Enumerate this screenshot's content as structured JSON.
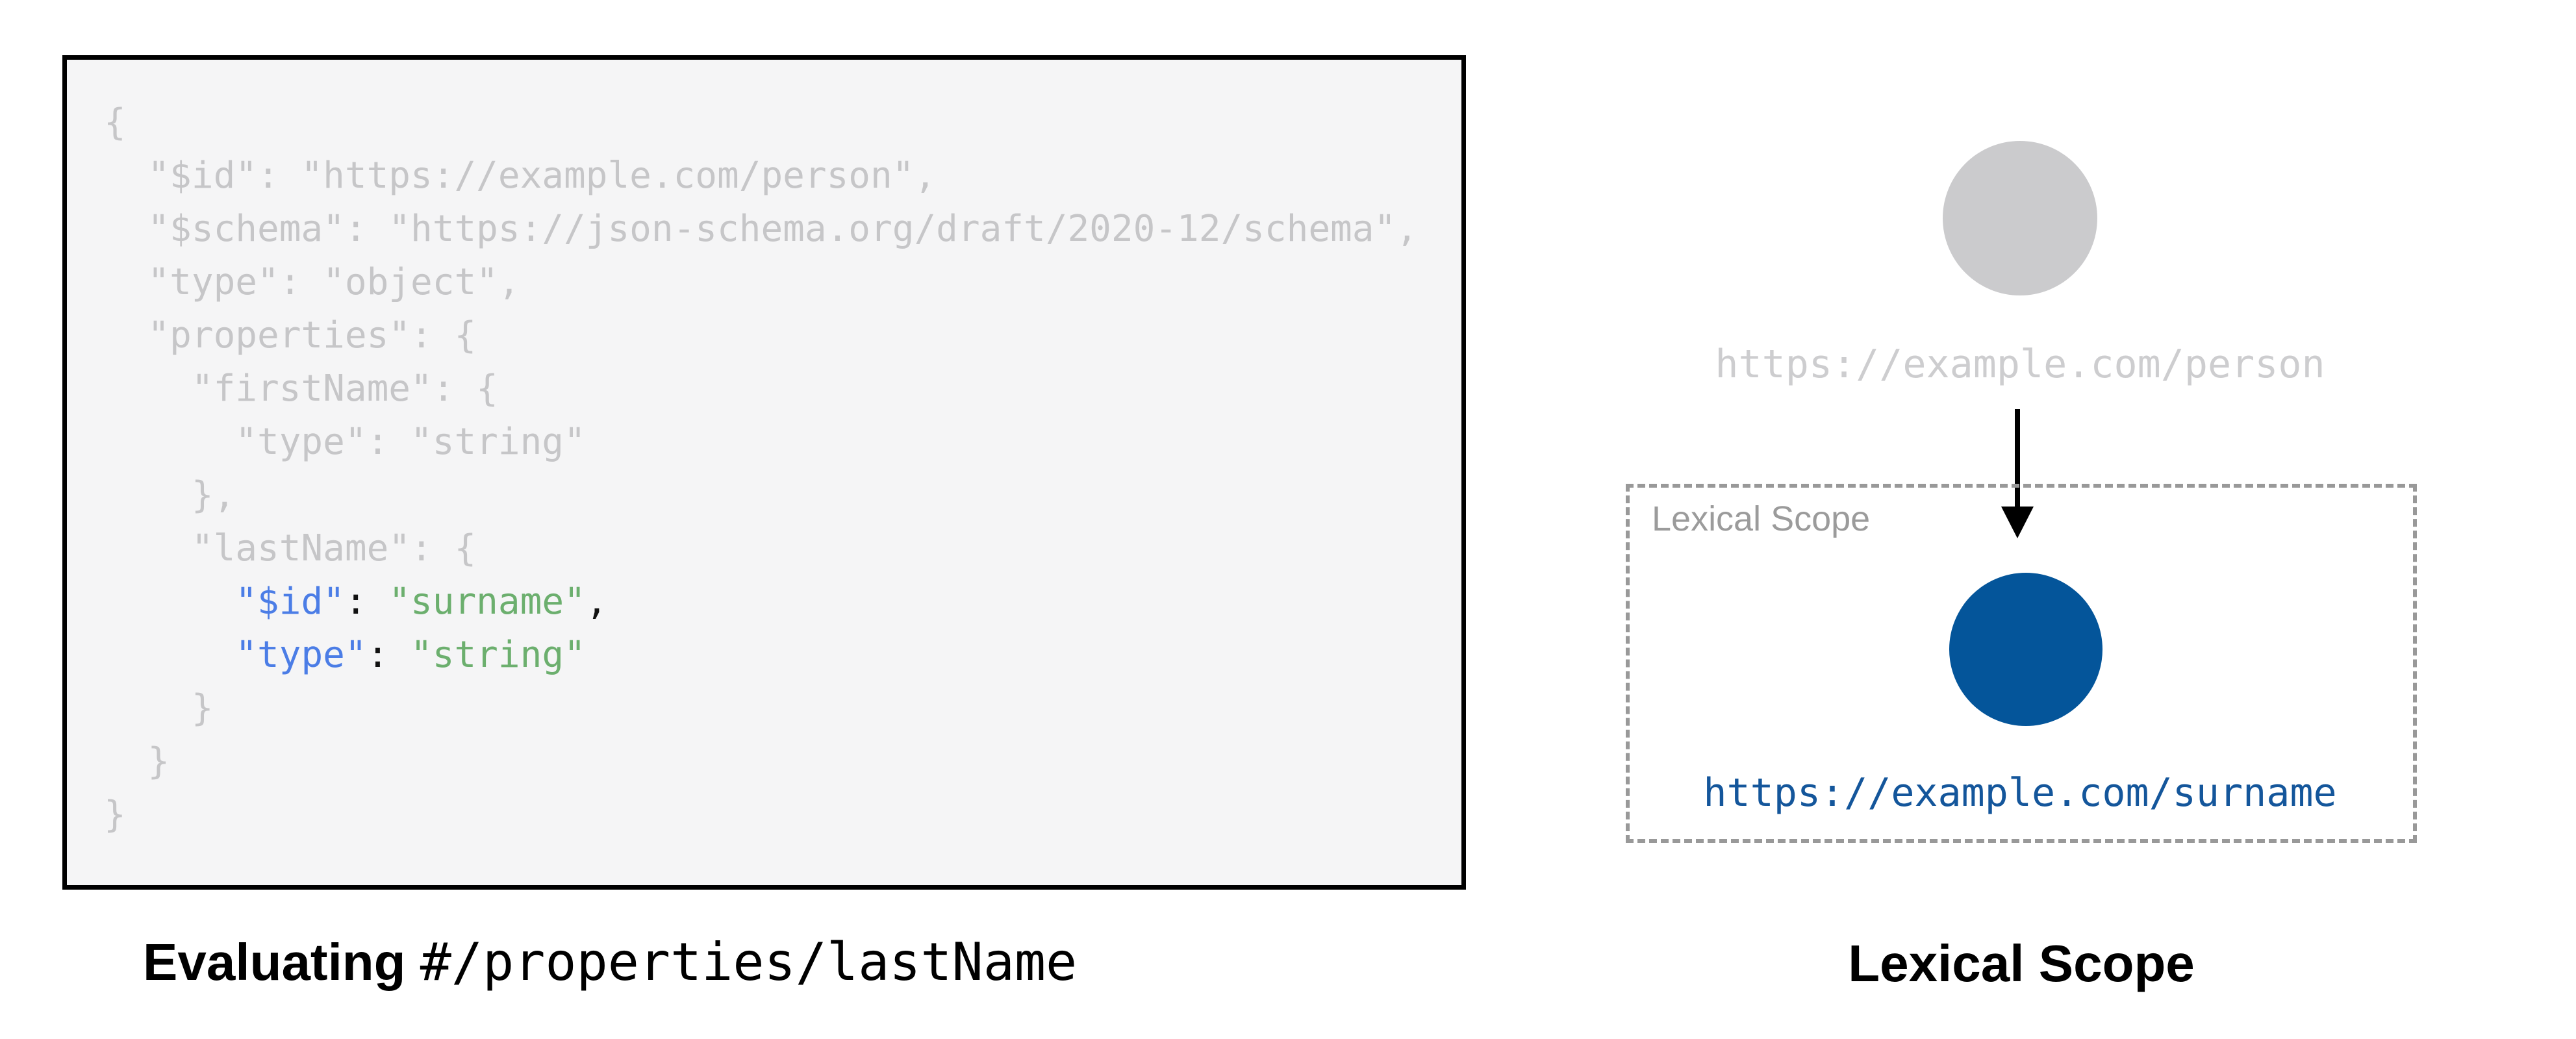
{
  "colors": {
    "code_bg": "#f5f5f6",
    "muted_code": "#c6c6c8",
    "key_blue": "#4b7de6",
    "string_green": "#6caf6e",
    "circle_gray": "#cbcbcd",
    "url_gray": "#cdcdcf",
    "circle_blue": "#04559a",
    "url_blue": "#14569b",
    "dashed_border": "#999999",
    "scope_label_gray": "#9b9b9b",
    "arrow_black": "#000000"
  },
  "left_figure": {
    "code_lines": [
      [
        {
          "c": "m",
          "t": "{"
        }
      ],
      [
        {
          "c": "m",
          "t": "  \"$id\": \"https://example.com/person\","
        }
      ],
      [
        {
          "c": "m",
          "t": "  \"$schema\": \"https://json-schema.org/draft/2020-12/schema\","
        }
      ],
      [
        {
          "c": "m",
          "t": "  \"type\": \"object\","
        }
      ],
      [
        {
          "c": "m",
          "t": "  \"properties\": {"
        }
      ],
      [
        {
          "c": "m",
          "t": "    \"firstName\": {"
        }
      ],
      [
        {
          "c": "m",
          "t": "      \"type\": \"string\""
        }
      ],
      [
        {
          "c": "m",
          "t": "    },"
        }
      ],
      [
        {
          "c": "m",
          "t": "    \"lastName\": {"
        }
      ],
      [
        {
          "c": "m",
          "t": "      "
        },
        {
          "c": "k",
          "t": "\"$id\""
        },
        {
          "c": "p",
          "t": ": "
        },
        {
          "c": "s",
          "t": "\"surname\""
        },
        {
          "c": "p",
          "t": ","
        }
      ],
      [
        {
          "c": "m",
          "t": "      "
        },
        {
          "c": "k",
          "t": "\"type\""
        },
        {
          "c": "p",
          "t": ": "
        },
        {
          "c": "s",
          "t": "\"string\""
        }
      ],
      [
        {
          "c": "m",
          "t": "    }"
        }
      ],
      [
        {
          "c": "m",
          "t": "  }"
        }
      ],
      [
        {
          "c": "m",
          "t": "}"
        }
      ]
    ],
    "caption_bold": "Evaluating",
    "caption_path": "#/properties/lastName"
  },
  "right_figure": {
    "top_node_label": "https://example.com/person",
    "scope_box_label": "Lexical Scope",
    "inner_node_label": "https://example.com/surname",
    "caption": "Lexical Scope"
  }
}
